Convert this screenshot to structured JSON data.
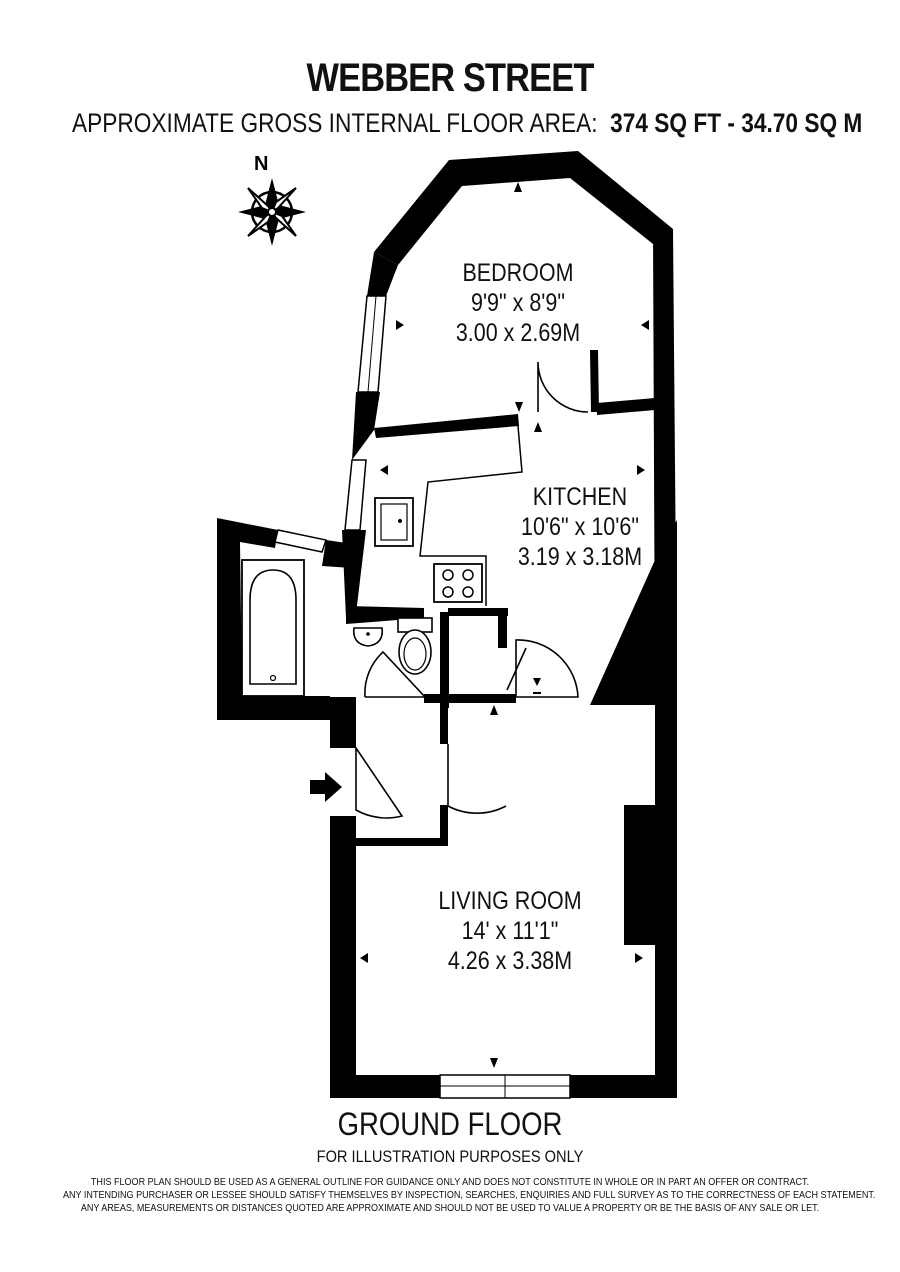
{
  "header": {
    "title": "WEBBER STREET",
    "area_label": "APPROXIMATE GROSS INTERNAL FLOOR AREA:",
    "area_sqft": "374 SQ FT",
    "area_sep": "-",
    "area_sqm": "34.70 SQ M"
  },
  "compass": {
    "label": "N"
  },
  "rooms": [
    {
      "name": "BEDROOM",
      "imperial": "9'9\" x 8'9\"",
      "metric": "3.00 x 2.69M"
    },
    {
      "name": "KITCHEN",
      "imperial": "10'6\" x 10'6\"",
      "metric": "3.19 x 3.18M"
    },
    {
      "name": "LIVING ROOM",
      "imperial": "14' x 11'1\"",
      "metric": "4.26 x 3.38M"
    }
  ],
  "footer": {
    "floor": "GROUND FLOOR",
    "illustration": "FOR ILLUSTRATION PURPOSES ONLY",
    "disclaimer": [
      "THIS FLOOR PLAN SHOULD BE USED AS A GENERAL OUTLINE FOR GUIDANCE ONLY AND DOES NOT CONSTITUTE IN WHOLE OR IN PART AN OFFER OR CONTRACT.",
      "ANY INTENDING PURCHASER OR LESSEE SHOULD SATISFY THEMSELVES BY INSPECTION, SEARCHES, ENQUIRIES AND FULL SURVEY AS TO THE CORRECTNESS OF EACH STATEMENT.",
      "ANY AREAS, MEASUREMENTS OR DISTANCES QUOTED ARE APPROXIMATE AND SHOULD NOT BE USED TO VALUE A PROPERTY OR BE THE BASIS OF ANY SALE OR LET."
    ]
  },
  "colors": {
    "wall": "#000000",
    "background": "#ffffff",
    "line": "#111111"
  }
}
